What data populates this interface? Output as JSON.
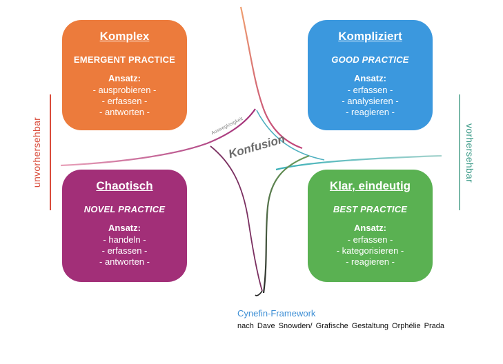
{
  "quadrants": {
    "complex": {
      "title": "Komplex",
      "practice": "EMERGENT PRACTICE",
      "ansatz": "Ansatz:",
      "items": [
        "- ausprobieren -",
        "- erfassen -",
        "- antworten -"
      ],
      "color": "#ec7b3c"
    },
    "complicated": {
      "title": "Kompliziert",
      "practice": "GOOD PRACTICE",
      "ansatz": "Ansatz:",
      "items": [
        "- erfassen -",
        "- analysieren -",
        "- reagieren -"
      ],
      "color": "#3b98de"
    },
    "chaotic": {
      "title": "Chaotisch",
      "practice": "NOVEL PRACTICE",
      "ansatz": "Ansatz:",
      "items": [
        "- handeln -",
        "- erfassen -",
        "- antworten -"
      ],
      "color": "#a22f78"
    },
    "clear": {
      "title": "Klar, eindeutig",
      "practice": "BEST PRACTICE",
      "ansatz": "Ansatz:",
      "items": [
        "- erfassen -",
        "- kategorisieren -",
        "- reagieren -"
      ],
      "color": "#5ab152"
    }
  },
  "axis": {
    "left_label": "unvorhersehbar",
    "right_label": "vorhersehbar",
    "left_color": "#d94b3a",
    "right_color": "#79b8a8"
  },
  "center": {
    "small_label": "Ausweglosigkeit",
    "big_label": "Konfusion"
  },
  "caption": {
    "title": "Cynefin-Framework",
    "subtitle": "nach Dave Snowden/ Grafische Gestaltung Orphélie Prada"
  }
}
